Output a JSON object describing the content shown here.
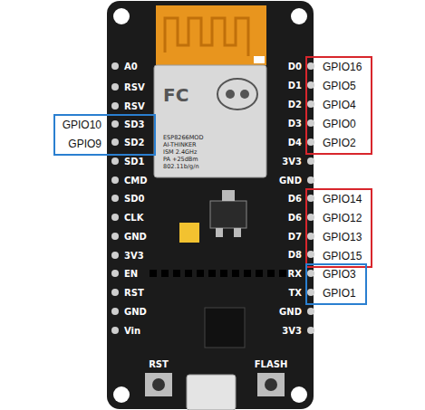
{
  "diagram": {
    "nodes": [
      {
        "text": [
          "GPIO16",
          "GPIO5",
          "GPIO4",
          "GPIO0",
          "GPIO2"
        ]
      },
      {
        "text": [
          "GPIO10",
          "GPIO9"
        ]
      },
      {
        "text": [
          "GPIO14",
          "GPIO12",
          "GPIO13",
          "GPIO15"
        ]
      },
      {
        "text": [
          "GPIO3",
          "GPIO1"
        ]
      }
    ],
    "labels": [
      "A0",
      "RSV",
      "RSV",
      "SD3",
      "SD2",
      "SD1",
      "CMD",
      "SD0",
      "CLK",
      "GND",
      "3V3",
      "EN",
      "RST",
      "GND",
      "Vin",
      "D0",
      "D1",
      "D2",
      "D3",
      "D4",
      "3V3",
      "GND",
      "D6",
      "D6",
      "D7",
      "D8",
      "RX",
      "TX",
      "GND",
      "3V3",
      "ESP8266MOD",
      "AI-THINKER",
      "ISM 2.4GHz",
      "PA +25dBm",
      "802.11b/g/n",
      "RST",
      "FLASH"
    ]
  }
}
